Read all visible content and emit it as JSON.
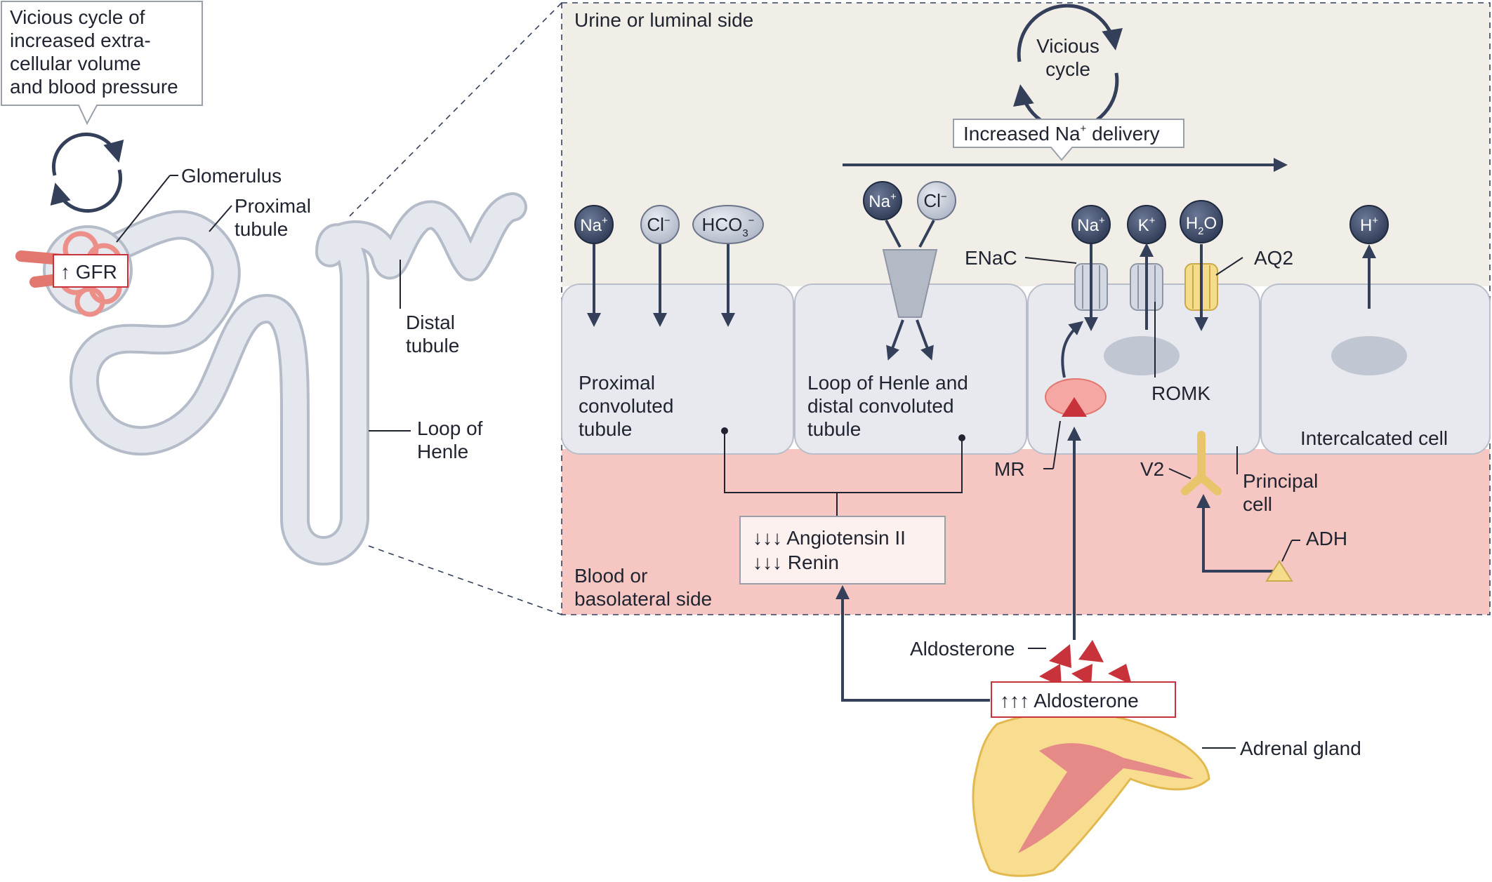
{
  "callout": {
    "line1": "Vicious cycle of",
    "line2": "increased extra-",
    "line3": "cellular volume",
    "line4": "and blood pressure"
  },
  "nephron": {
    "glomerulus": "Glomerulus",
    "proximal_line1": "Proximal",
    "proximal_line2": "tubule",
    "gfr": "↑ GFR",
    "distal_line1": "Distal",
    "distal_line2": "tubule",
    "loop_line1": "Loop of",
    "loop_line2": "Henle"
  },
  "panel": {
    "luminal_label": "Urine or luminal side",
    "vicious_line1": "Vicious",
    "vicious_line2": "cycle",
    "na_delivery_prefix": "Increased Na",
    "na_delivery_sup": "+",
    "na_delivery_suffix": " delivery",
    "blood_line1": "Blood or",
    "blood_line2": "basolateral side"
  },
  "ions": {
    "na": "Na",
    "na_sup": "+",
    "cl": "Cl",
    "cl_sup": "−",
    "hco3": "HCO",
    "hco3_sub": "3",
    "hco3_sup": "−",
    "k": "K",
    "k_sup": "+",
    "h2o_h": "H",
    "h2o_sub": "2",
    "h2o_o": "O",
    "h": "H",
    "h_sup": "+"
  },
  "cells": {
    "proximal_line1": "Proximal",
    "proximal_line2": "convoluted",
    "proximal_line3": "tubule",
    "loop_line1": "Loop of Henle and",
    "loop_line2": "distal convoluted",
    "loop_line3": "tubule",
    "intercalated": "Intercalcated cell",
    "principal_line1": "Principal",
    "principal_line2": "cell"
  },
  "channels": {
    "enac": "ENaC",
    "aq2": "AQ2",
    "romk": "ROMK",
    "mr": "MR",
    "v2": "V2",
    "adh": "ADH"
  },
  "hormones": {
    "angiotensin": "↓↓↓ Angiotensin II",
    "renin": "↓↓↓ Renin",
    "aldosterone": "Aldosterone",
    "aldosterone_up": "↑↑↑ Aldosterone",
    "adrenal": "Adrenal gland"
  },
  "colors": {
    "arrow": "#34405a",
    "ion_fill": "#3d4a66",
    "luminal_bg": "#f1eee8",
    "blood_bg": "#f6c6c2",
    "cell_fill": "#e7e9ee",
    "cell_stroke": "#b9bfca",
    "aldosterone": "#c8323a",
    "adh_fill": "#f5dc8a"
  }
}
